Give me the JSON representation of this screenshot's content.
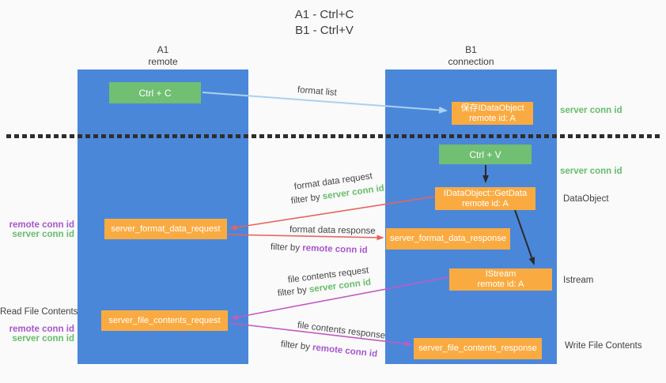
{
  "title": {
    "line1": "A1 - Ctrl+C",
    "line2": "B1 - Ctrl+V"
  },
  "columns": {
    "a": {
      "name": "A1",
      "subtitle": "remote"
    },
    "b": {
      "name": "B1",
      "subtitle": "connection"
    }
  },
  "boxes": {
    "ctrl_c": "Ctrl + C",
    "ctrl_v": "Ctrl + V",
    "save_dataobject": {
      "line1": "保存IDataObject",
      "line2": "remote id: A"
    },
    "getdata": {
      "line1": "IDataObject::GetData",
      "line2": "remote id: A"
    },
    "istream": {
      "line1": "IStream",
      "line2": "remote id: A"
    },
    "format_request": "server_format_data_request",
    "format_response": "server_format_data_response",
    "file_request": "server_file_contents_request",
    "file_response": "server_file_contents_response"
  },
  "labels": {
    "format_list": "format list",
    "format_data_request": "format data request",
    "format_data_response": "format data response",
    "file_contents_request": "file contents request",
    "file_contents_response": "file contents response",
    "filter_by": "filter by ",
    "server_conn_id": "server conn id",
    "remote_conn_id": "remote conn id",
    "dataobject": "DataObject",
    "istream": "Istream",
    "read_file_contents": "Read File Contents",
    "write_file_contents": "Write File Contents"
  },
  "colors": {
    "column_blue": "#4b87d9",
    "box_green": "#70bf73",
    "box_orange": "#f9ab42",
    "arrow_light_blue": "#a8d2ee",
    "arrow_black": "#2b2b2b",
    "arrow_red": "#e8635c",
    "arrow_magenta": "#c25ac2",
    "text_green": "#67bd6b",
    "text_purple": "#a855cc",
    "text_dark": "#3f3f3f"
  }
}
